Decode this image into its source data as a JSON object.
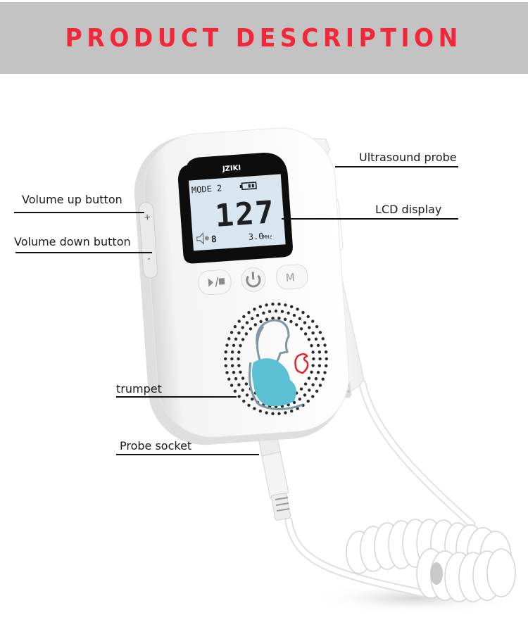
{
  "header": {
    "title": "PRODUCT DESCRIPTION",
    "background": "#c3c3c3",
    "title_color": "#f2283a"
  },
  "device": {
    "brand": "JZIKI",
    "lcd": {
      "mode": "MODE 2",
      "heart_rate": "127",
      "volume_level": "8",
      "frequency": "3.0",
      "frequency_unit": "MHz",
      "battery_icon": "battery-icon",
      "speaker_icon": "speaker-icon"
    },
    "buttons": [
      {
        "name": "play-stop",
        "icon": "play-stop-icon"
      },
      {
        "name": "power",
        "icon": "power-icon"
      },
      {
        "name": "mode",
        "icon": "mode-m-icon",
        "glyph": "M"
      }
    ],
    "side_buttons": {
      "up": "+",
      "down": "-"
    },
    "colors": {
      "body": "#f7f7f7",
      "lcd_screen": "#d9e5ef",
      "bezel": "#0d0d0d",
      "belly": "#5bc1d2",
      "heart": "#e3222b"
    }
  },
  "annotations": [
    {
      "id": "ultrasound-probe",
      "label": "Ultrasound probe"
    },
    {
      "id": "volume-up",
      "label": "Volume up button"
    },
    {
      "id": "lcd-display",
      "label": "LCD display"
    },
    {
      "id": "volume-down",
      "label": "Volume down button"
    },
    {
      "id": "trumpet",
      "label": "trumpet"
    },
    {
      "id": "probe-socket",
      "label": "Probe socket"
    }
  ]
}
